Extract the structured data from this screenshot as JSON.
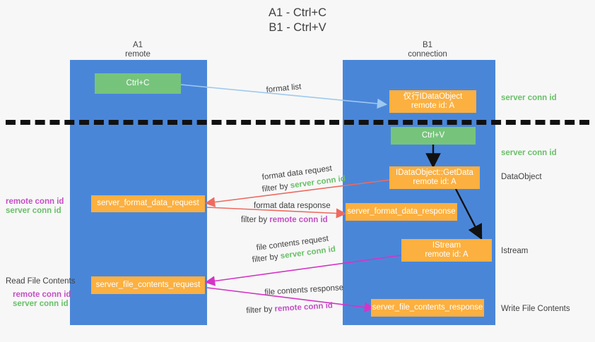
{
  "title": "A1 - Ctrl+C\nB1 - Ctrl+V",
  "colors": {
    "lane": "#4a86d8",
    "orange": "#fbb040",
    "green_box": "#76c47b",
    "green_text": "#6abf69",
    "purple_text": "#c44fc4",
    "red_arrow": "#ee6a5f",
    "magenta_arrow": "#d633c6",
    "blue_arrow": "#9ec9ef",
    "black_arrow": "#111111",
    "background": "#f7f7f7"
  },
  "lanes": [
    {
      "id": "a1",
      "name": "A1",
      "sub": "remote"
    },
    {
      "id": "b1",
      "name": "B1",
      "sub": "connection"
    }
  ],
  "nodes": {
    "ctrl_c": {
      "line1": "Ctrl+C"
    },
    "idataobject": {
      "line1": "仅行IDataObject",
      "line2": "remote id: A"
    },
    "ctrl_v": {
      "line1": "Ctrl+V"
    },
    "getdata": {
      "line1": "IDataObject::GetData",
      "line2": "remote id: A"
    },
    "istream": {
      "line1": "IStream",
      "line2": "remote id: A"
    },
    "fmt_req": {
      "line1": "server_format_data_request"
    },
    "fmt_resp": {
      "line1": "server_format_data_response"
    },
    "file_req": {
      "line1": "server_file_contents_request"
    },
    "file_resp": {
      "line1": "server_file_contents_response"
    }
  },
  "edge_labels": {
    "format_list": "format list",
    "fmt_req_title": "format data request",
    "fmt_req_filter_prefix": "filter by ",
    "fmt_req_filter_value": "server conn id",
    "fmt_resp_title": "format data response",
    "fmt_resp_filter_prefix": "filter by ",
    "fmt_resp_filter_value": "remote conn id",
    "file_req_title": "file contents request",
    "file_req_filter_prefix": "filter by ",
    "file_req_filter_value": "server conn id",
    "file_resp_title": "file contents response",
    "file_resp_filter_prefix": "filter by ",
    "file_resp_filter_value": "remote conn id"
  },
  "side_labels": {
    "right_server_conn_top": "server conn id",
    "right_server_conn_mid": "server conn id",
    "right_dataobject": "DataObject",
    "right_istream": "Istream",
    "right_write_file": "Write File Contents",
    "left_remote_conn_1": "remote conn id",
    "left_server_conn_1": "server conn id",
    "left_read_file": "Read File Contents",
    "left_remote_conn_2": "remote conn id",
    "left_server_conn_2": "server conn id"
  }
}
